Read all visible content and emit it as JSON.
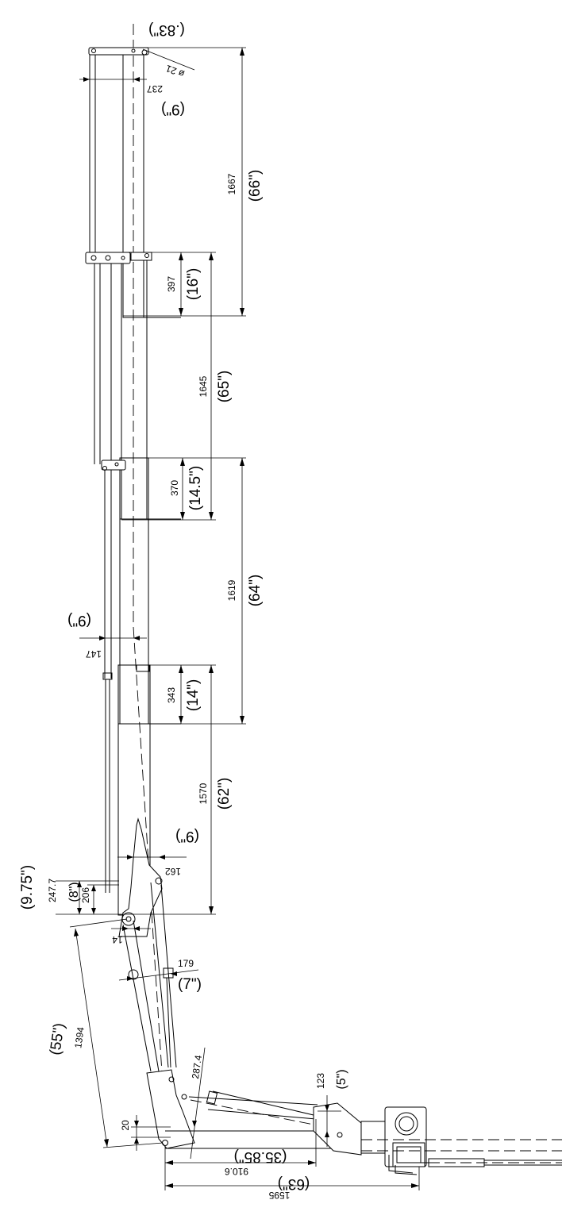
{
  "dimensions": {
    "d_0_83": "(.83\")",
    "d_21": "ø 21",
    "d_237": "237",
    "d_9a": "(9\")",
    "d_1667": "1667",
    "d_66": "(66\")",
    "d_397": "397",
    "d_16": "(16\")",
    "d_1645": "1645",
    "d_65": "(65\")",
    "d_370": "370",
    "d_14_5": "(14.5\")",
    "d_1619": "1619",
    "d_64": "(64\")",
    "d_343": "343",
    "d_14": "(14\")",
    "d_9b": "(9\")",
    "d_147": "147",
    "d_1570": "1570",
    "d_62": "(62\")",
    "d_9c": "(9\")",
    "d_162": "162",
    "d_9_75": "(9.75\")",
    "d_247_7": "247.7",
    "d_8": "(8\")",
    "d_206": "206",
    "d_14mm": "14",
    "d_179": "179",
    "d_7": "(7\")",
    "d_55": "(55\")",
    "d_1394": "1394",
    "d_287_4": "287.4",
    "d_123": "123",
    "d_5": "(5\")",
    "d_20": "20",
    "d_35_85": "(35.85\")",
    "d_910_6": "910.6",
    "d_63": "(63\")",
    "d_1595": "1595"
  }
}
